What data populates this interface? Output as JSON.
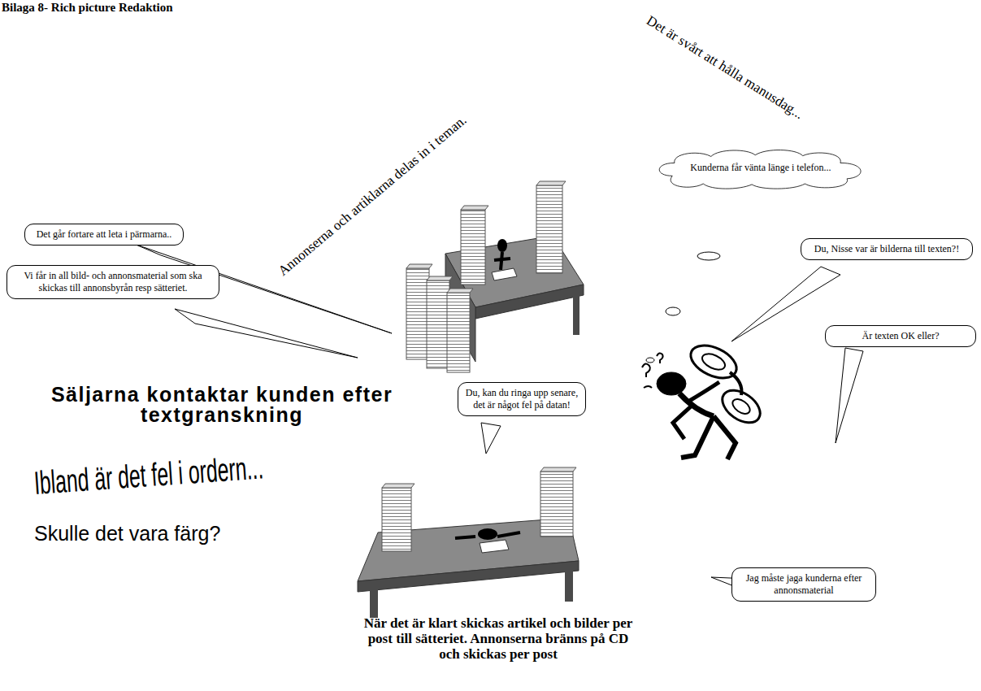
{
  "diagram": {
    "title": "Bilaga 8- Rich picture Redaktion",
    "nodes": [
      {
        "text": [
          "Kunderna får vänta länge i telefon..."
        ]
      },
      {
        "text": [
          "Det går fortare att leta i pärmarna.."
        ]
      },
      {
        "text": [
          "Vi får in all bild- och annonsmaterial som ska skickas till annonsbyrån resp sätteriet."
        ]
      },
      {
        "text": [
          "Du, Nisse var är bilderna till texten?!"
        ]
      },
      {
        "text": [
          "Är texten OK eller?"
        ]
      },
      {
        "text": [
          "Du, kan du ringa upp senare, det är något fel på datan!"
        ]
      },
      {
        "text": [
          "Jag måste jaga kunderna efter annonsmaterial"
        ]
      }
    ],
    "edges": [],
    "labels": [
      "Det är svårt att hålla manusdag...",
      "Annonserna och artiklarna delas in i teman.",
      "Säljarna kontaktar kunden efter textgranskning",
      "Ibland är det fel i ordern...",
      "Skulle det vara färg?",
      "När det är klart skickas artikel och bilder per post till sätteriet. Annonserna bränns på CD och skickas per post"
    ]
  }
}
